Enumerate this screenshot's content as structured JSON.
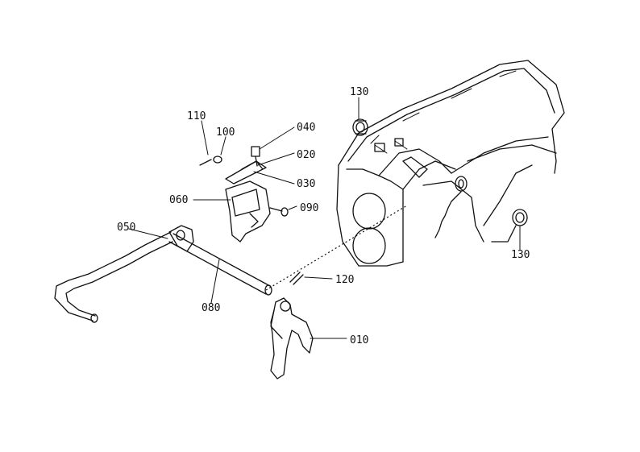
{
  "diagram": {
    "callouts": [
      {
        "id": "110",
        "text": "110"
      },
      {
        "id": "100",
        "text": "100"
      },
      {
        "id": "040",
        "text": "040"
      },
      {
        "id": "020",
        "text": "020"
      },
      {
        "id": "030",
        "text": "030"
      },
      {
        "id": "060",
        "text": "060"
      },
      {
        "id": "090",
        "text": "090"
      },
      {
        "id": "050",
        "text": "050"
      },
      {
        "id": "080",
        "text": "080"
      },
      {
        "id": "120",
        "text": "120"
      },
      {
        "id": "010",
        "text": "010"
      },
      {
        "id": "130a",
        "text": "130"
      },
      {
        "id": "130b",
        "text": "130"
      }
    ]
  }
}
